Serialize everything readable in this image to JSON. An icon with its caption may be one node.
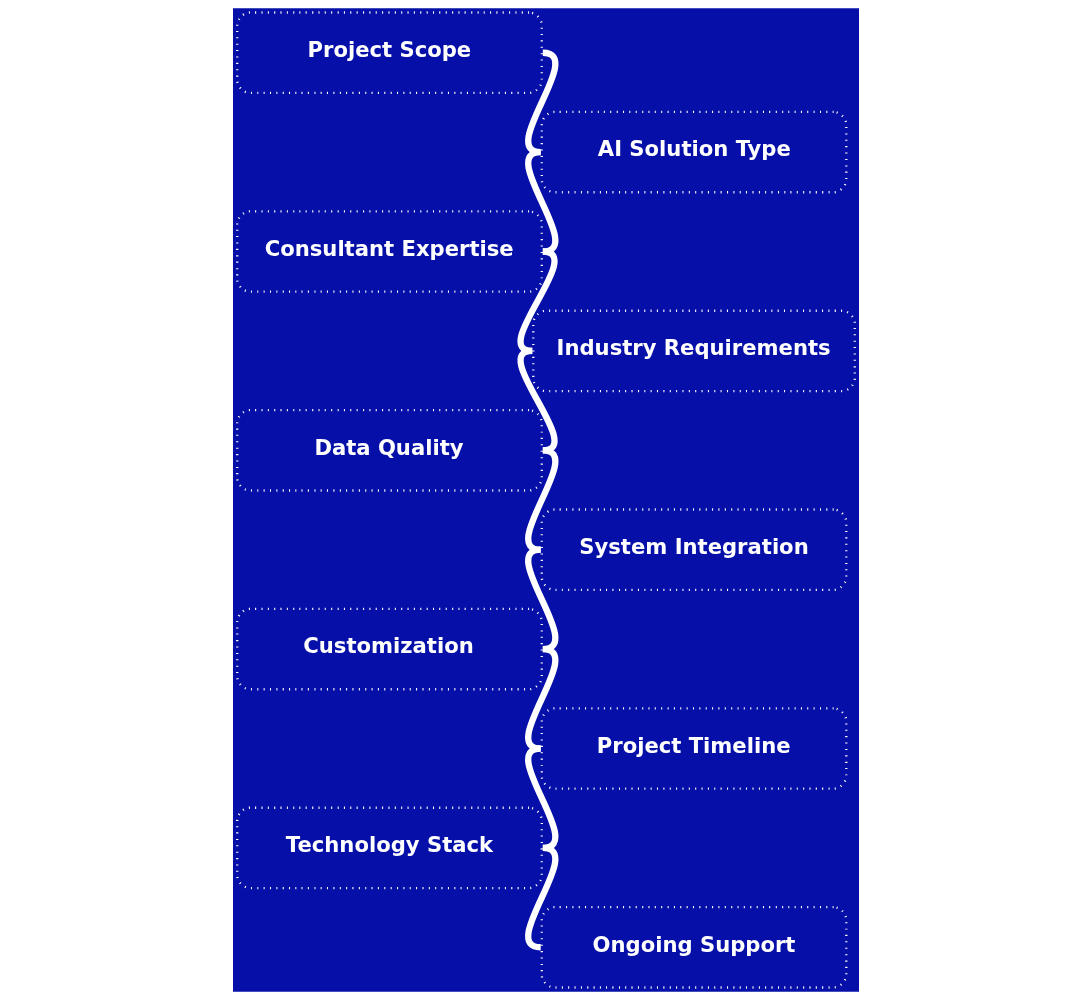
{
  "diagram": {
    "nodes": [
      {
        "text": [
          "Project Scope"
        ]
      },
      {
        "text": [
          "AI Solution Type"
        ]
      },
      {
        "text": [
          "Consultant Expertise"
        ]
      },
      {
        "text": [
          "Industry Requirements"
        ]
      },
      {
        "text": [
          "Data Quality"
        ]
      },
      {
        "text": [
          "System Integration"
        ]
      },
      {
        "text": [
          "Customization"
        ]
      },
      {
        "text": [
          "Project Timeline"
        ]
      },
      {
        "text": [
          "Technology Stack"
        ]
      },
      {
        "text": [
          "Ongoing Support"
        ]
      }
    ],
    "edges": [
      {
        "from": 0,
        "to": 1,
        "arrow": "none"
      },
      {
        "from": 1,
        "to": 2,
        "arrow": "none"
      },
      {
        "from": 2,
        "to": 3,
        "arrow": "none"
      },
      {
        "from": 3,
        "to": 4,
        "arrow": "none"
      },
      {
        "from": 4,
        "to": 5,
        "arrow": "none"
      },
      {
        "from": 5,
        "to": 6,
        "arrow": "none"
      },
      {
        "from": 6,
        "to": 7,
        "arrow": "none"
      },
      {
        "from": 7,
        "to": 8,
        "arrow": "none"
      },
      {
        "from": 8,
        "to": 9,
        "arrow": "none"
      }
    ]
  }
}
